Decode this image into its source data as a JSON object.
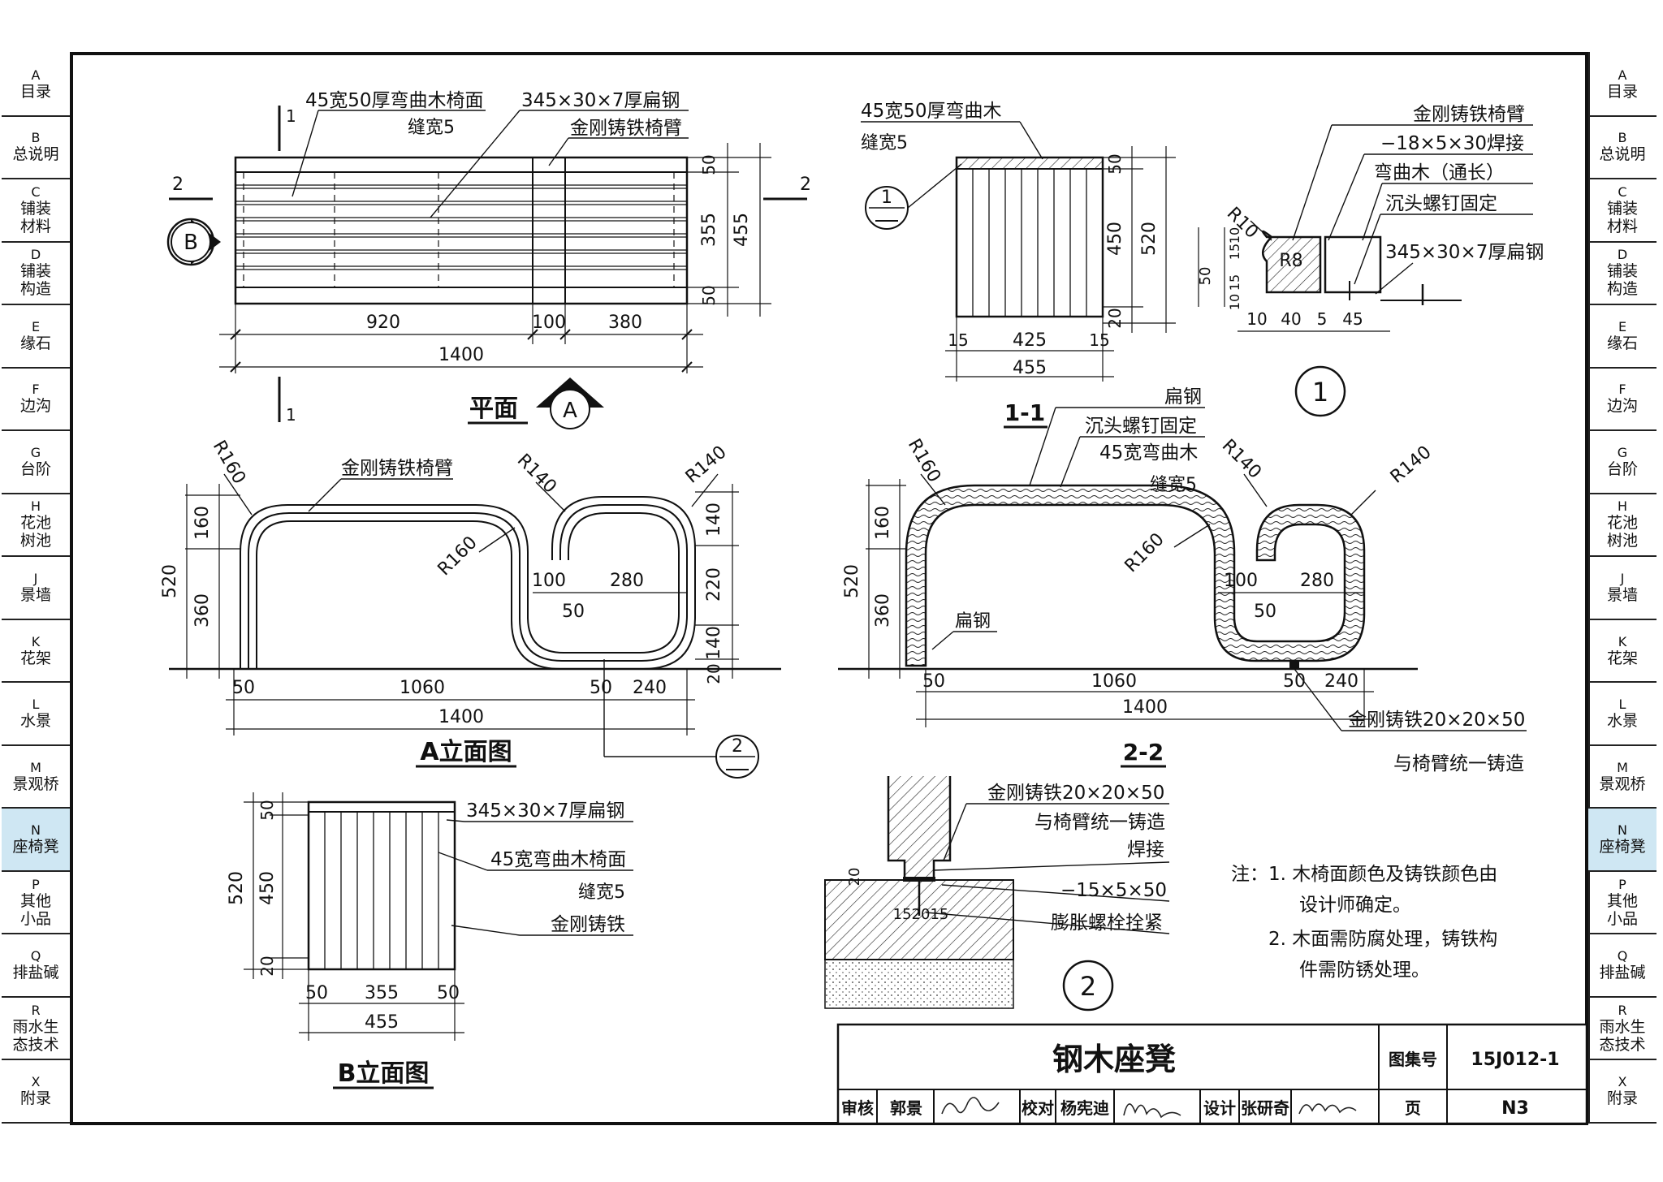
{
  "side_tabs": [
    {
      "code": "A",
      "label": "目录"
    },
    {
      "code": "B",
      "label": "总说明"
    },
    {
      "code": "C",
      "label": "铺装\n材料"
    },
    {
      "code": "D",
      "label": "铺装\n构造"
    },
    {
      "code": "E",
      "label": "缘石"
    },
    {
      "code": "F",
      "label": "边沟"
    },
    {
      "code": "G",
      "label": "台阶"
    },
    {
      "code": "H",
      "label": "花池\n树池"
    },
    {
      "code": "J",
      "label": "景墙"
    },
    {
      "code": "K",
      "label": "花架"
    },
    {
      "code": "L",
      "label": "水景"
    },
    {
      "code": "M",
      "label": "景观桥"
    },
    {
      "code": "N",
      "label": "座椅凳",
      "active": true
    },
    {
      "code": "P",
      "label": "其他\n小品"
    },
    {
      "code": "Q",
      "label": "排盐碱"
    },
    {
      "code": "R",
      "label": "雨水生\n态技术"
    },
    {
      "code": "X",
      "label": "附录"
    }
  ],
  "plan": {
    "title": "平面",
    "label_seat": "45宽50厚弯曲木椅面",
    "label_gap": "缝宽5",
    "label_steel": "345×30×7厚扁钢",
    "label_arm": "金刚铸铁椅臂",
    "dim_920": "920",
    "dim_100": "100",
    "dim_380": "380",
    "dim_1400": "1400",
    "dim_50a": "50",
    "dim_355": "355",
    "dim_455": "455",
    "dim_50b": "50",
    "sec1": "1",
    "sec2": "2",
    "view_a": "A",
    "view_b": "B"
  },
  "section11": {
    "title": "1-1",
    "label_wood": "45宽50厚弯曲木",
    "label_gap": "缝宽5",
    "detail_ref": "1",
    "dim_50": "50",
    "dim_450": "450",
    "dim_520": "520",
    "dim_20": "20",
    "dim_15a": "15",
    "dim_425": "425",
    "dim_15b": "15",
    "dim_455": "455"
  },
  "detail1": {
    "no": "1",
    "label_arm": "金刚铸铁椅臂",
    "label_weld": "−18×5×30焊接",
    "label_wood": "弯曲木（通长）",
    "label_screw": "沉头螺钉固定",
    "label_steel": "345×30×7厚扁钢",
    "r10": "R10",
    "r8": "R8",
    "dim_10a": "10",
    "dim_15a": "15",
    "dim_50": "50",
    "dim_15b": "15",
    "dim_10b": "10",
    "dim_10c": "10",
    "dim_40": "40",
    "dim_5": "5",
    "dim_45": "45"
  },
  "elev_a": {
    "title": "A立面图",
    "label_arm": "金刚铸铁椅臂",
    "r160a": "R160",
    "r140a": "R140",
    "r140b": "R140",
    "r160b": "R160",
    "dim_160": "160",
    "dim_360": "360",
    "dim_520": "520",
    "dim_140a": "140",
    "dim_220": "220",
    "dim_140b": "140",
    "dim_20": "20",
    "dim_100": "100",
    "dim_280": "280",
    "dim_50m": "50",
    "dim_50a": "50",
    "dim_1060": "1060",
    "dim_50b": "50",
    "dim_240": "240",
    "dim_1400": "1400",
    "detail_ref": "2"
  },
  "section22": {
    "title": "2-2",
    "label_flat": "扁钢",
    "label_screw": "沉头螺钉固定",
    "label_wood": "45宽弯曲木",
    "label_gap": "缝宽5",
    "label_flat2": "扁钢",
    "r160a": "R160",
    "r140a": "R140",
    "r140b": "R140",
    "r160b": "R160",
    "dim_160": "160",
    "dim_360": "360",
    "dim_520": "520",
    "dim_100": "100",
    "dim_280": "280",
    "dim_50m": "50",
    "dim_50a": "50",
    "dim_1060": "1060",
    "dim_50b": "50",
    "dim_240": "240",
    "dim_1400": "1400",
    "label_iron": "金刚铸铁20×20×50",
    "label_cast": "与椅臂统一铸造"
  },
  "elev_b": {
    "title": "B立面图",
    "label_steel": "345×30×7厚扁钢",
    "label_seat": "45宽弯曲木椅面",
    "label_gap": "缝宽5",
    "label_iron": "金刚铸铁",
    "dim_50": "50",
    "dim_450": "450",
    "dim_520": "520",
    "dim_20": "20",
    "dim_50a": "50",
    "dim_355": "355",
    "dim_50b": "50",
    "dim_455": "455"
  },
  "detail2": {
    "no": "2",
    "label_iron": "金刚铸铁20×20×50",
    "label_cast": "与椅臂统一铸造",
    "label_weld": "焊接",
    "label_plate": "−15×5×50",
    "label_bolt": "膨胀螺栓拴紧",
    "dim_20": "20",
    "dim_152015": "152015"
  },
  "notes": {
    "head": "注：",
    "n1a": "1.  木椅面颜色及铸铁颜色由",
    "n1b": "设计师确定。",
    "n2a": "2.  木面需防腐处理，铸铁构",
    "n2b": "件需防锈处理。"
  },
  "title_block": {
    "title": "钢木座凳",
    "atlas_label": "图集号",
    "atlas_no": "15J012-1",
    "review_label": "审核",
    "review_name": "郭景",
    "check_label": "校对",
    "check_name": "杨宪迪",
    "design_label": "设计",
    "design_name": "张研奇",
    "page_label": "页",
    "page_no": "N3"
  }
}
